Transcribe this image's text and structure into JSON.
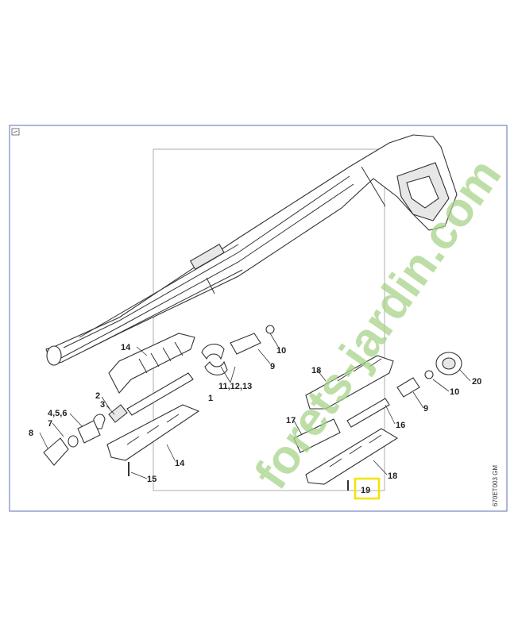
{
  "diagram": {
    "corner_icon": "page-corner-icon",
    "side_code": "670ET003 GM",
    "watermark": "forets-jardin.com",
    "highlight_color": "#f2e400",
    "watermark_color": "#a8d48a",
    "frame_color": "#5a6fb0",
    "callouts": {
      "c2": "2",
      "c3": "3",
      "c456": "4,5,6",
      "c7": "7",
      "c8": "8",
      "c9a": "9",
      "c9b": "9",
      "c10a": "10",
      "c10b": "10",
      "c111213": "11,12,13",
      "c14a": "14",
      "c14b": "14",
      "c15": "15",
      "c16": "16",
      "c17": "17",
      "c18a": "18",
      "c18b": "18",
      "c19": "19",
      "c20": "20",
      "c1": "1"
    }
  }
}
